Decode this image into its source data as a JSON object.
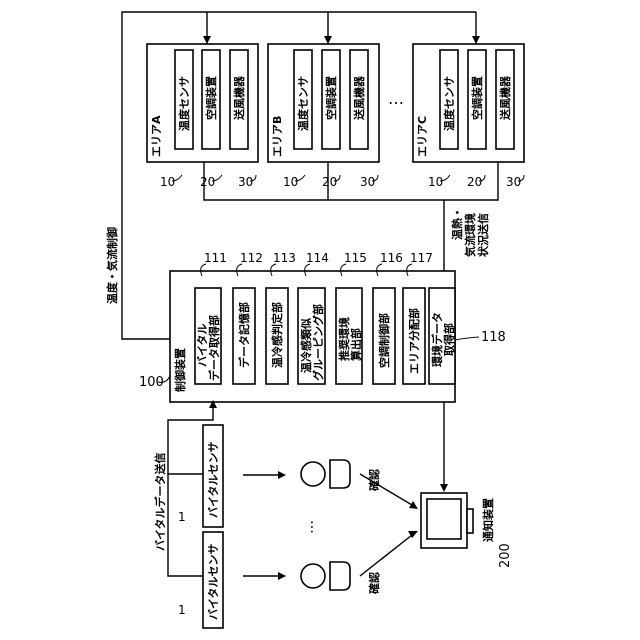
{
  "areas": [
    {
      "label": "エリアA",
      "sensor": "温度センサ",
      "ac": "空調装置",
      "fan": "送風機器",
      "n1": "10",
      "n2": "20",
      "n3": "30"
    },
    {
      "label": "エリアB",
      "sensor": "温度センサ",
      "ac": "空調装置",
      "fan": "送風機器",
      "n1": "10",
      "n2": "20",
      "n3": "30"
    },
    {
      "label": "エリアC",
      "sensor": "温度センサ",
      "ac": "空調装置",
      "fan": "送風機器",
      "n1": "10",
      "n2": "20",
      "n3": "30"
    }
  ],
  "ellipsis": "…",
  "labels": {
    "temp_airflow_control": "温度・気流制御",
    "area_status_send_1": "温熱・",
    "area_status_send_2": "気流環境",
    "area_status_send_3": "状況送信",
    "vital_send": "バイタルデータ送信",
    "confirm": "確認"
  },
  "controller": {
    "title": "制御装置",
    "ref": "100",
    "units": [
      {
        "lines": [
          "バイタル",
          "データ取得部"
        ],
        "ref": "111"
      },
      {
        "lines": [
          "データ記憶部"
        ],
        "ref": "112"
      },
      {
        "lines": [
          "温冷感判定部"
        ],
        "ref": "113"
      },
      {
        "lines": [
          "温冷感類似",
          "グルーピング部"
        ],
        "ref": "114"
      },
      {
        "lines": [
          "推奨環境",
          "算出部"
        ],
        "ref": "115"
      },
      {
        "lines": [
          "空調制御部"
        ],
        "ref": "116"
      },
      {
        "lines": [
          "エリア分配部"
        ],
        "ref": "117"
      },
      {
        "lines": [
          "環境データ",
          "取得部"
        ],
        "ref": "118"
      }
    ]
  },
  "vital_sensors": [
    {
      "label": "バイタルセンサ",
      "ref": "1"
    },
    {
      "label": "バイタルセンサ",
      "ref": "1"
    }
  ],
  "notifier": {
    "label": "通知装置",
    "ref": "200"
  }
}
